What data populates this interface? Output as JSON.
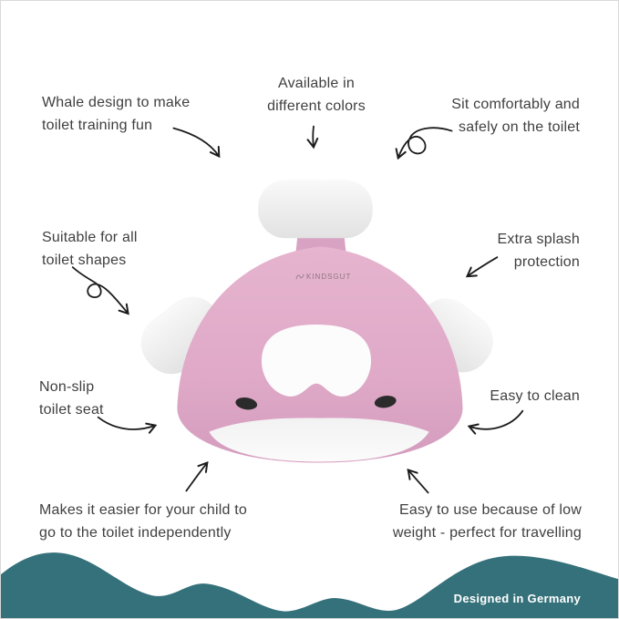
{
  "product": {
    "brand": "KINDSGUT",
    "description": "whale toilet training seat",
    "colors": {
      "body_pink": "#dfa9c7",
      "fin_white": "#efefef",
      "eye_black": "#2b2b2b"
    }
  },
  "annotations": [
    {
      "id": "whale-design",
      "text": "Whale design to make\ntoilet training fun"
    },
    {
      "id": "available-colors",
      "text": "Available in\ndifferent colors"
    },
    {
      "id": "sit-comfortably",
      "text": "Sit comfortably and\nsafely on the toilet"
    },
    {
      "id": "suitable-shapes",
      "text": "Suitable for all\ntoilet shapes"
    },
    {
      "id": "extra-splash",
      "text": "Extra splash\nprotection"
    },
    {
      "id": "non-slip",
      "text": "Non-slip\ntoilet seat"
    },
    {
      "id": "easy-clean",
      "text": "Easy to clean"
    },
    {
      "id": "independent",
      "text": "Makes it easier for your child to\ngo to the toilet independently"
    },
    {
      "id": "low-weight",
      "text": "Easy to use because of low\nweight - perfect for travelling"
    }
  ],
  "footer": {
    "label": "Designed in Germany",
    "wave_color": "#35717a",
    "text_color": "#ffffff"
  },
  "style": {
    "annotation_text_color": "#3f3f3f",
    "arrow_color": "#1c1c1c"
  }
}
